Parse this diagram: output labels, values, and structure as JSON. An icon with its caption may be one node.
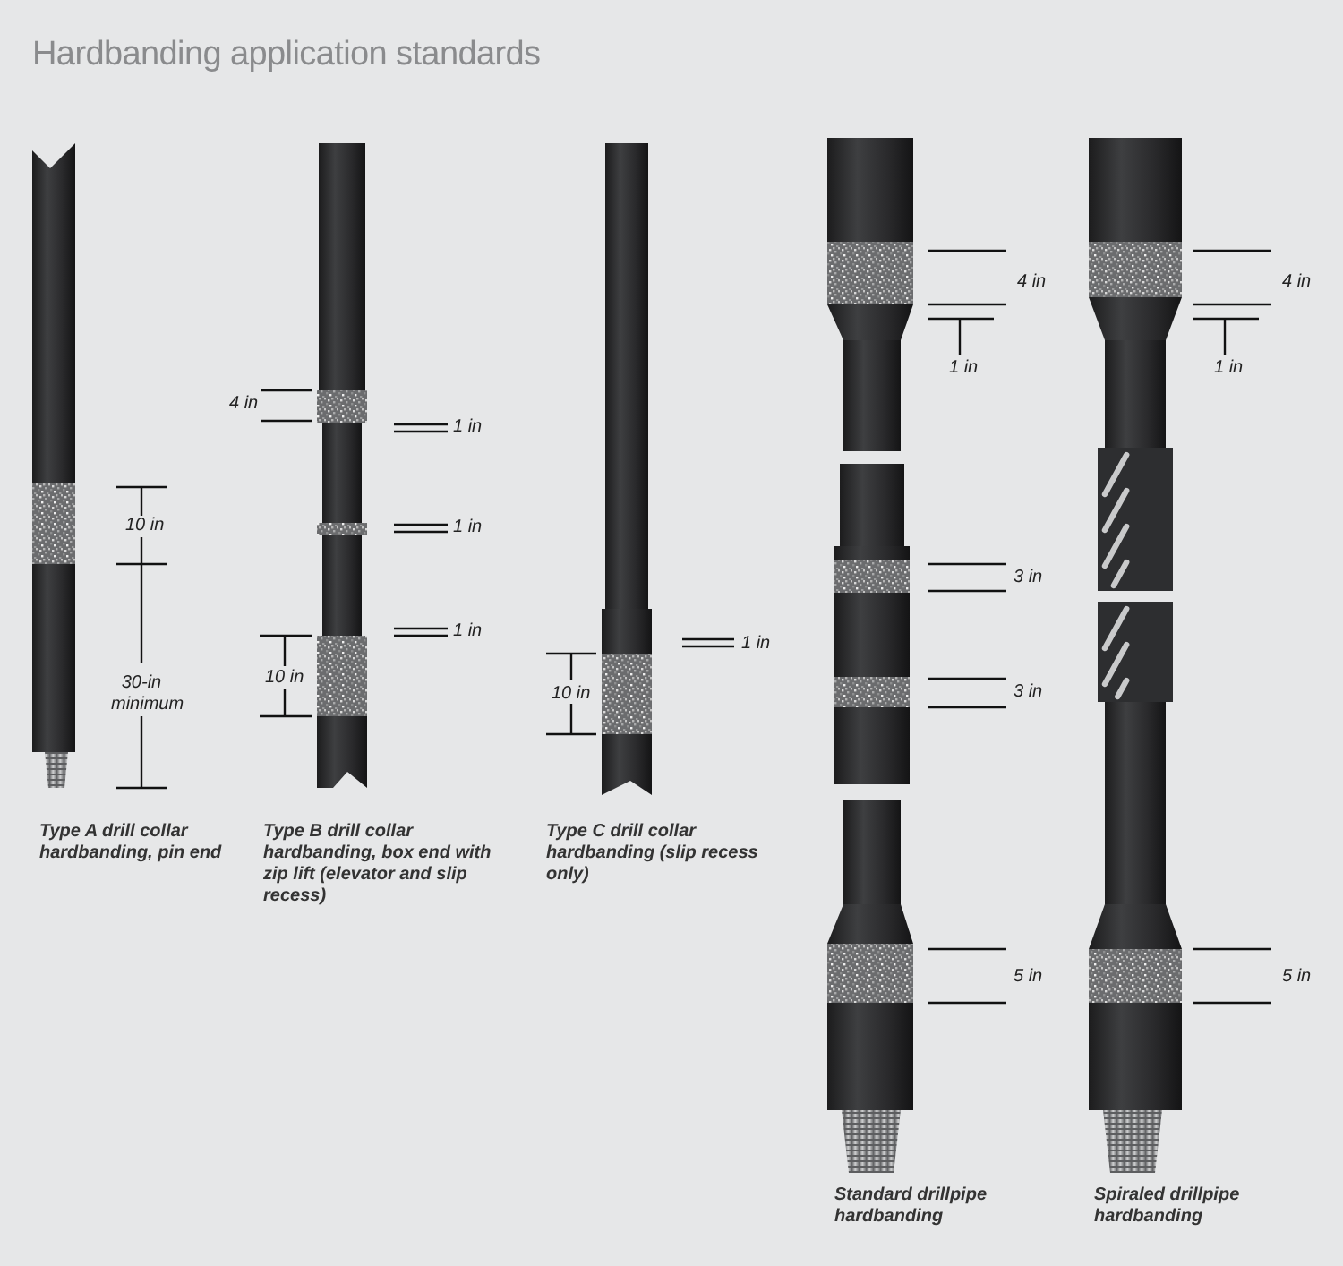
{
  "diagram": {
    "title": "Hardbanding application standards",
    "labels": [
      "10 in",
      "30-in minimum",
      "Type A drill collar hardbanding, pin end",
      "4 in",
      "1 in",
      "1 in",
      "10 in",
      "1 in",
      "Type B drill collar hardbanding, box end with zip lift (elevator and slip recess)",
      "1 in",
      "10 in",
      "Type C drill collar hardbanding (slip recess only)",
      "4 in",
      "1 in",
      "3 in",
      "3 in",
      "5 in",
      "Standard drillpipe hardbanding",
      "4 in",
      "1 in",
      "5 in",
      "Spiraled drillpipe hardbanding"
    ]
  }
}
